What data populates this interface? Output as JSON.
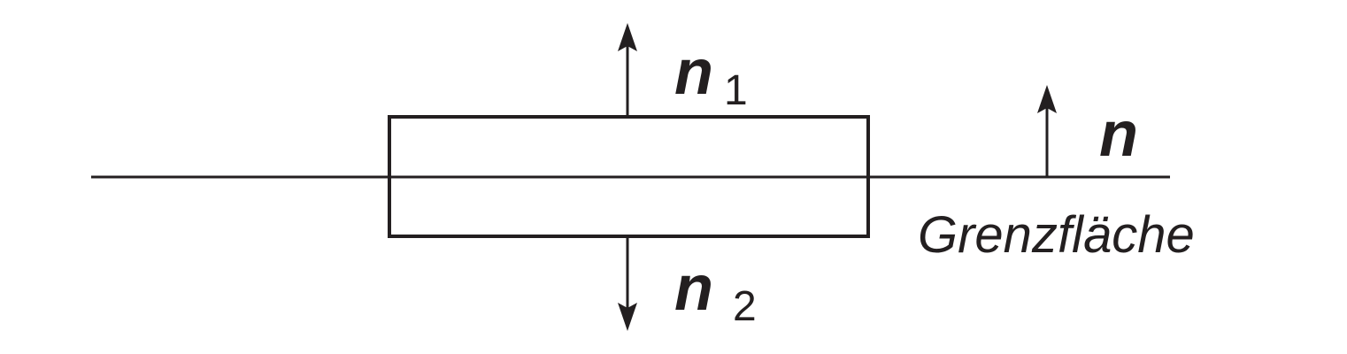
{
  "labels": {
    "n1_main": "n",
    "n1_sub": "1",
    "n2_main": "n",
    "n2_sub": "2",
    "n_main": "n",
    "interface": "Grenzfläche"
  },
  "colors": {
    "stroke": "#231f20",
    "background": "#ffffff"
  }
}
